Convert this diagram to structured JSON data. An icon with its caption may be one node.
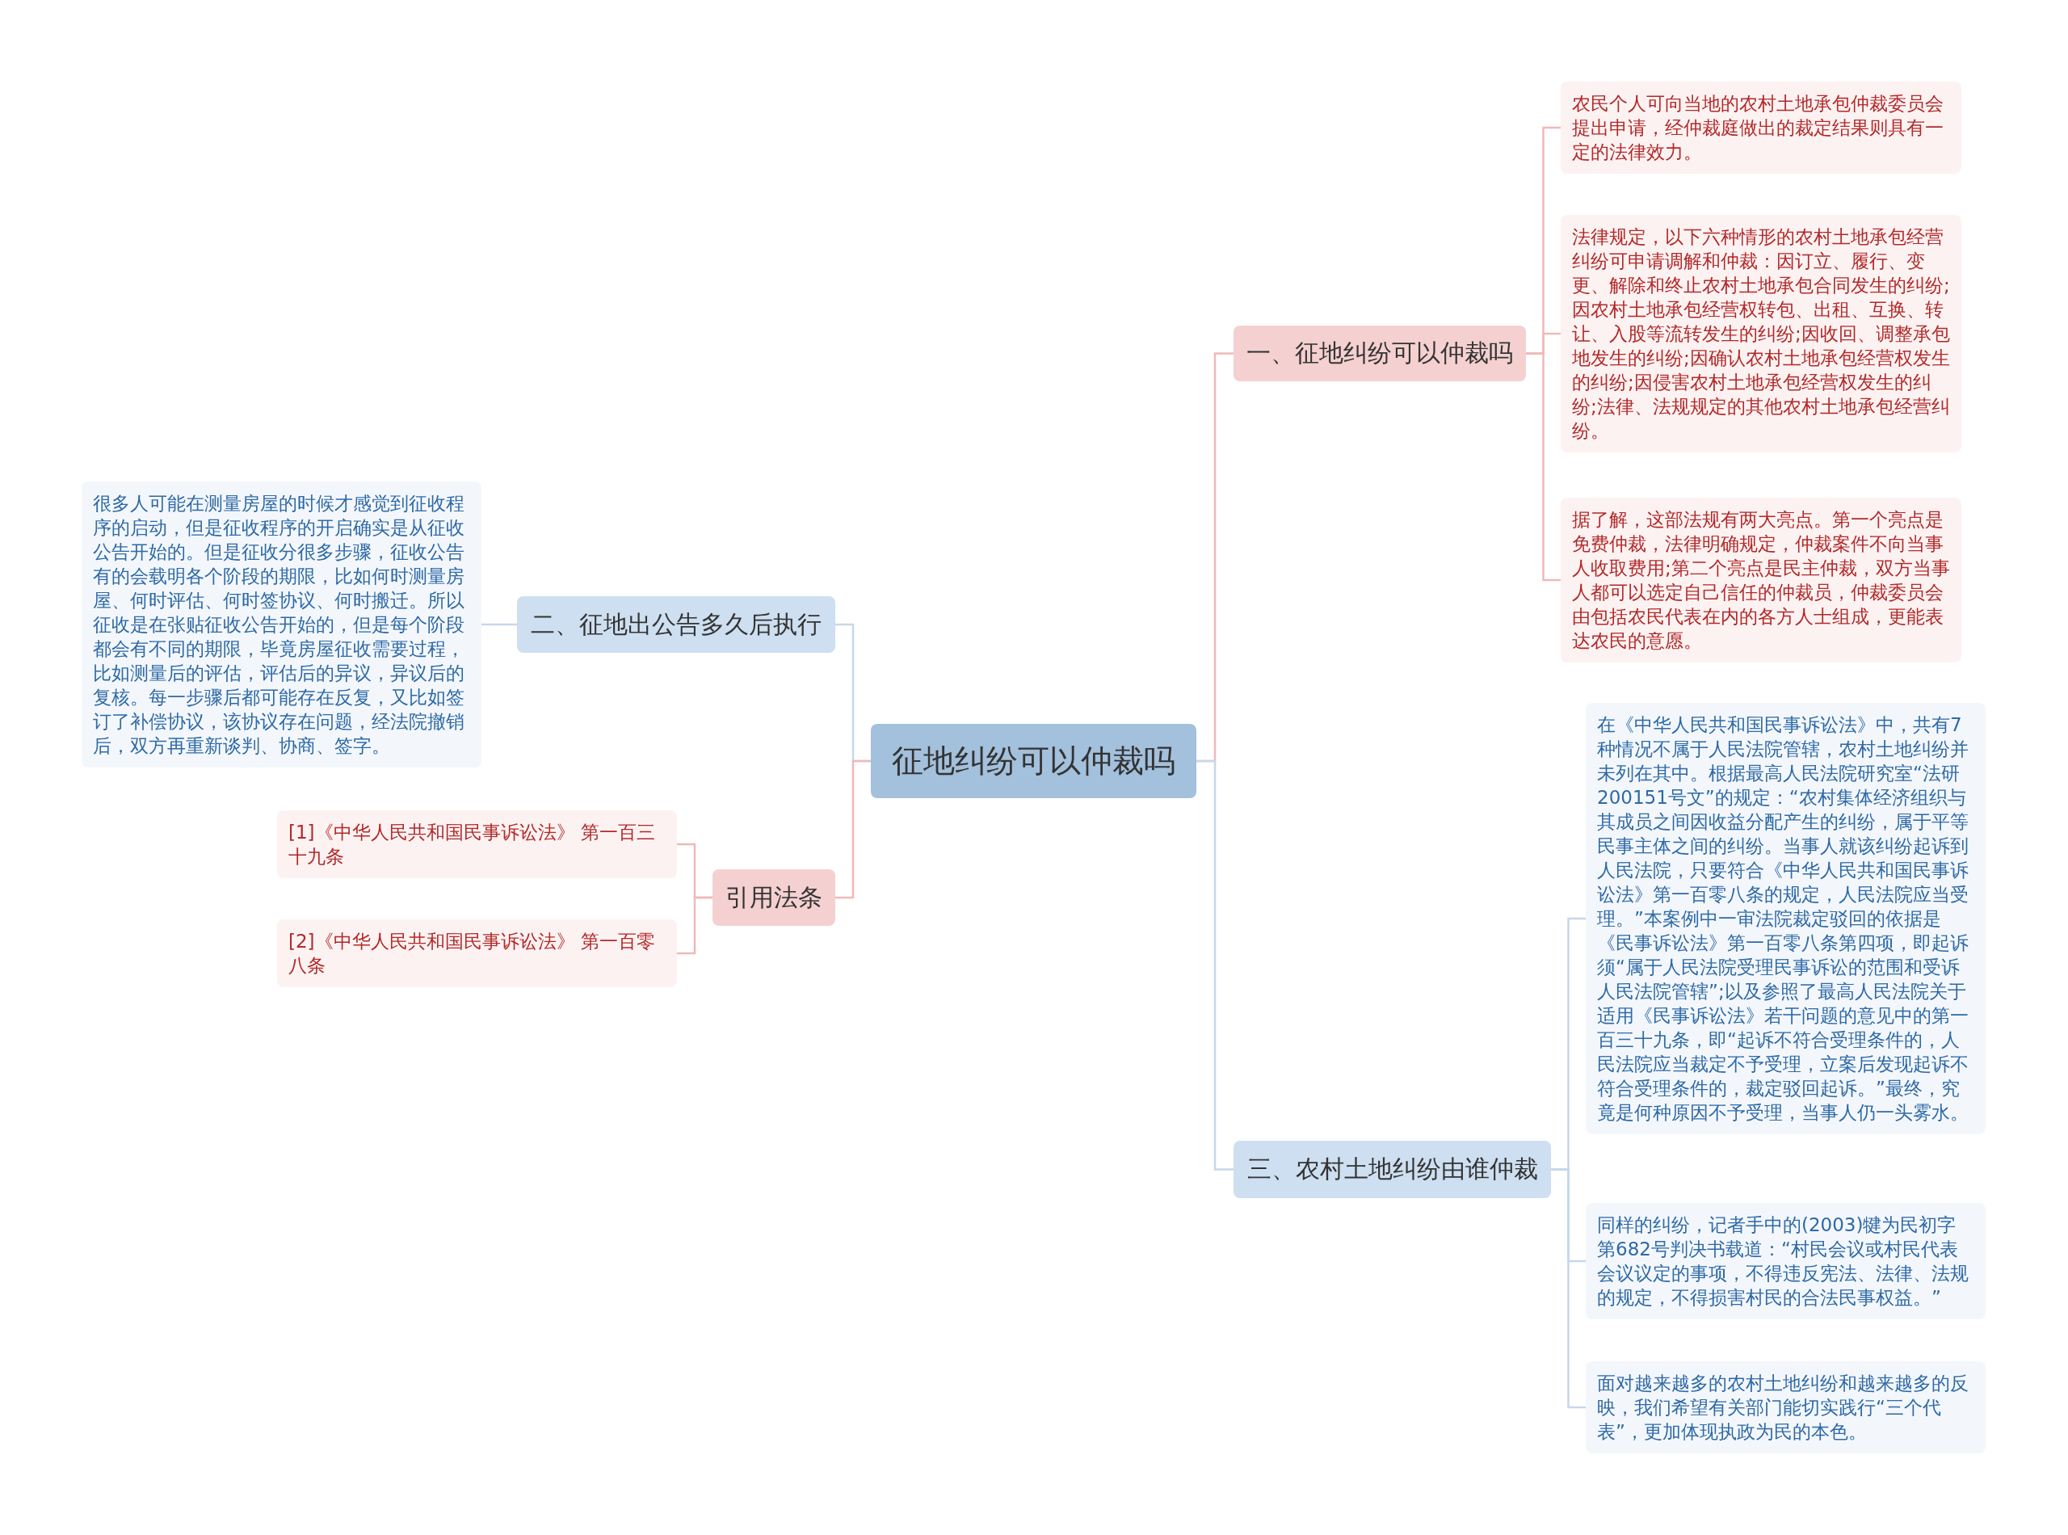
{
  "diagram": {
    "nodes": [
      {
        "text": [
          "征地纠纷可以仲裁吗"
        ]
      },
      {
        "text": [
          "一、征地纠纷可以仲裁吗"
        ]
      },
      {
        "text": [
          "农民个人可向当地的农村土地承包仲裁委员会提出申请，经仲裁庭做出的裁定结果则具有一定的法律效力。"
        ]
      },
      {
        "text": [
          "法律规定，以下六种情形的农村土地承包经营纠纷可申请调解和仲裁：因订立、履行、变更、解除和终止农村土地承包合同发生的纠纷;因农村土地承包经营权转包、出租、互换、转让、入股等流转发生的纠纷;因收回、调整承包地发生的纠纷;因确认农村土地承包经营权发生的纠纷;因侵害农村土地承包经营权发生的纠纷;法律、法规规定的其他农村土地承包经营纠纷。"
        ]
      },
      {
        "text": [
          "据了解，这部法规有两大亮点。第一个亮点是免费仲裁，法律明确规定，仲裁案件不向当事人收取费用;第二个亮点是民主仲裁，双方当事人都可以选定自己信任的仲裁员，仲裁委员会由包括农民代表在内的各方人士组成，更能表达农民的意愿。"
        ]
      },
      {
        "text": [
          "二、征地出公告多久后执行"
        ]
      },
      {
        "text": [
          "很多人可能在测量房屋的时候才感觉到征收程序的启动，但是征收程序的开启确实是从征收公告开始的。但是征收分很多步骤，征收公告有的会载明各个阶段的期限，比如何时测量房屋、何时评估、何时签协议、何时搬迁。所以征收是在张贴征收公告开始的，但是每个阶段都会有不同的期限，毕竟房屋征收需要过程，比如测量后的评估，评估后的异议，异议后的复核。每一步骤后都可能存在反复，又比如签订了补偿协议，该协议存在问题，经法院撤销后，双方再重新谈判、协商、签字。"
        ]
      },
      {
        "text": [
          "三、农村土地纠纷由谁仲裁"
        ]
      },
      {
        "text": [
          "在《中华人民共和国民事诉讼法》中，共有7种情况不属于人民法院管辖，农村土地纠纷并未列在其中。根据最高人民法院研究室“法研200151号文”的规定：“农村集体经济组织与其成员之间因收益分配产生的纠纷，属于平等民事主体之间的纠纷。当事人就该纠纷起诉到人民法院，只要符合《中华人民共和国民事诉讼法》第一百零八条的规定，人民法院应当受理。”本案例中一审法院裁定驳回的依据是《民事诉讼法》第一百零八条第四项，即起诉须“属于人民法院受理民事诉讼的范围和受诉人民法院管辖”;以及参照了最高人民法院关于适用《民事诉讼法》若干问题的意见中的第一百三十九条，即“起诉不符合受理条件的，人民法院应当裁定不予受理，立案后发现起诉不符合受理条件的，裁定驳回起诉。”最终，究竟是何种原因不予受理，当事人仍一头雾水。"
        ]
      },
      {
        "text": [
          "同样的纠纷，记者手中的(2003)犍为民初字第682号判决书载道：“村民会议或村民代表会议议定的事项，不得违反宪法、法律、法规的规定，不得损害村民的合法民事权益。”"
        ]
      },
      {
        "text": [
          "面对越来越多的农村土地纠纷和越来越多的反映，我们希望有关部门能切实践行“三个代表”，更加体现执政为民的本色。"
        ]
      },
      {
        "text": [
          "引用法条"
        ]
      },
      {
        "text": [
          "[1]《中华人民共和国民事诉讼法》 第一百三十九条"
        ]
      },
      {
        "text": [
          "[2]《中华人民共和国民事诉讼法》 第一百零八条"
        ]
      }
    ],
    "edges": [
      {
        "from": 0,
        "to": 1,
        "arrow": "none"
      },
      {
        "from": 1,
        "to": 2,
        "arrow": "none"
      },
      {
        "from": 1,
        "to": 3,
        "arrow": "none"
      },
      {
        "from": 1,
        "to": 4,
        "arrow": "none"
      },
      {
        "from": 0,
        "to": 5,
        "arrow": "none",
        "color": "#c5d8ea"
      },
      {
        "from": 5,
        "to": 6,
        "arrow": "none",
        "color": "#c5d8ea"
      },
      {
        "from": 0,
        "to": 7,
        "arrow": "none",
        "color": "#c5d8ea"
      },
      {
        "from": 7,
        "to": 8,
        "arrow": "none",
        "color": "#c5d8ea"
      },
      {
        "from": 7,
        "to": 9,
        "arrow": "none",
        "color": "#c5d8ea"
      },
      {
        "from": 7,
        "to": 10,
        "arrow": "none",
        "color": "#c5d8ea"
      },
      {
        "from": 0,
        "to": 11,
        "arrow": "none"
      },
      {
        "from": 11,
        "to": 12,
        "arrow": "none"
      },
      {
        "from": 11,
        "to": 13,
        "arrow": "none"
      }
    ]
  }
}
